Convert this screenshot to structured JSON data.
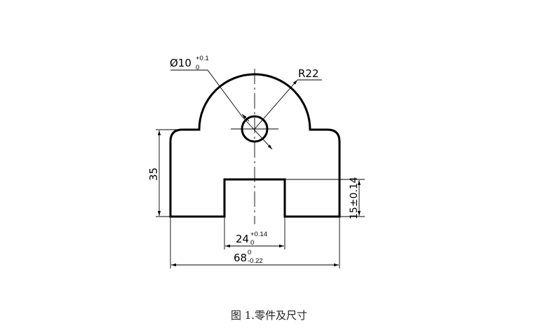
{
  "figure": {
    "caption": "图 1.零件及尺寸",
    "colors": {
      "line": "#000000",
      "background": "#ffffff"
    },
    "dimensions": {
      "hole_diameter": {
        "base": "Ø10",
        "upper": "+0.1",
        "lower": "0"
      },
      "arc_radius": {
        "label": "R22"
      },
      "height": {
        "label": "35"
      },
      "slot_depth": {
        "label": "15±0.14"
      },
      "slot_width": {
        "base": "24",
        "upper": "+0.14",
        "lower": "0"
      },
      "overall_width": {
        "base": "68",
        "upper": "0",
        "lower": "-0.22"
      }
    }
  }
}
